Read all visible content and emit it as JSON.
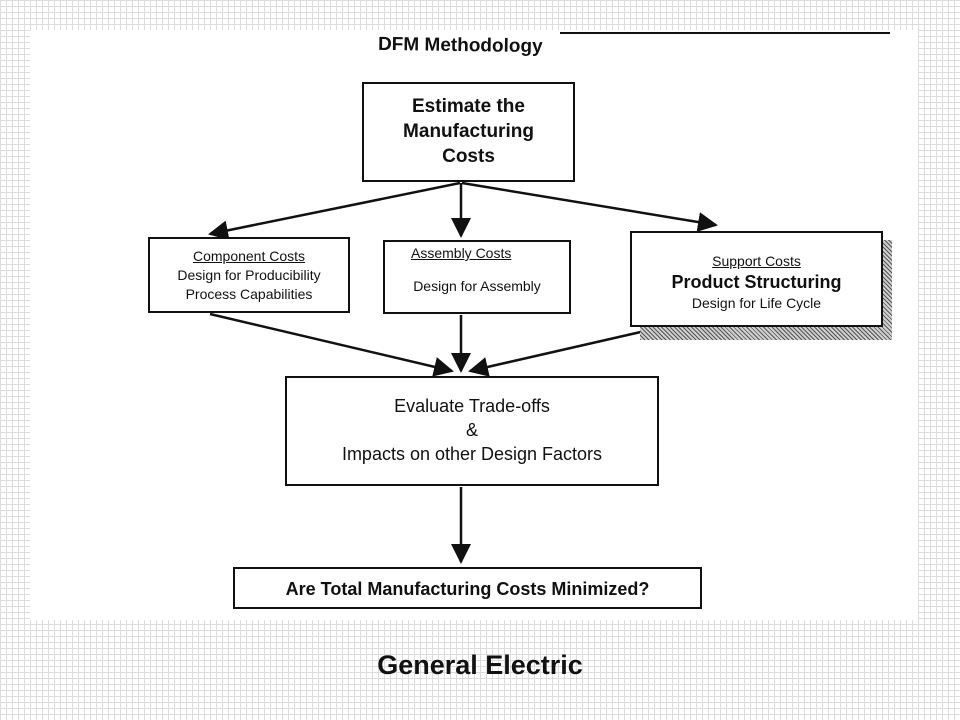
{
  "diagram": {
    "title": "DFM Methodology",
    "top_box": {
      "lines": [
        "Estimate the",
        "Manufacturing",
        "Costs"
      ]
    },
    "component_box": {
      "heading": "Component Costs",
      "lines": [
        "Design for Producibility",
        "Process Capabilities"
      ]
    },
    "assembly_box": {
      "heading": "Assembly Costs",
      "line": "Design for Assembly"
    },
    "support_box": {
      "heading": "Support Costs",
      "emphasis": "Product Structuring",
      "line": "Design for Life Cycle"
    },
    "evaluate_box": {
      "lines": [
        "Evaluate Trade-offs",
        "&",
        "Impacts on other Design Factors"
      ]
    },
    "final_box": {
      "text": "Are Total Manufacturing Costs Minimized?"
    }
  },
  "caption": "General Electric",
  "colors": {
    "ink": "#111111",
    "background": "#ffffff",
    "border_grid": "#dcdcdc"
  }
}
